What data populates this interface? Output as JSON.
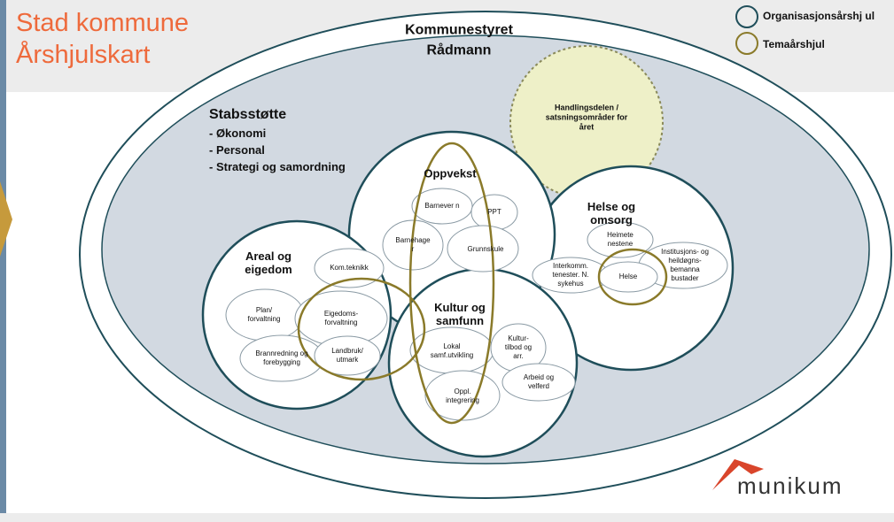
{
  "header": {
    "title_line1": "Stad kommune",
    "title_line2": "Årshjulskart"
  },
  "legend": {
    "organisation_label": "Organisasjonsårshj ul",
    "theme_label": "Temaårshjul"
  },
  "diagram": {
    "outer_title_line1": "Kommunestyret",
    "outer_title_line2": "Rådmann",
    "stab": {
      "heading": "Stabsstøtte",
      "items": [
        "- Økonomi",
        "- Personal",
        "- Strategi og samordning"
      ]
    },
    "handlingsdelen": "Handlingsdelen / satsningsområder for året",
    "oppvekst": {
      "title": "Oppvekst",
      "items": [
        "Barnever n",
        "PPT",
        "Barnehage r",
        "Grunnskule"
      ]
    },
    "helse": {
      "title": "Helse og omsorg",
      "items": [
        "Heimete nestene",
        "Institusjons- og heildøgns- bemanna bustader",
        "Interkomm. tenester. N. sykehus",
        "Helse"
      ]
    },
    "areal": {
      "title": "Areal og eigedom",
      "items": [
        "Kom.teknikk",
        "Plan/ forvaltning",
        "Eigedoms- forvaltning",
        "Brannredning og forebygging",
        "Landbruk/ utmark"
      ]
    },
    "kultur": {
      "title": "Kultur og samfunn",
      "items": [
        "Lokal samf.utvikling",
        "Kultur- tilbod og arr.",
        "Arbeid og velferd",
        "Oppl. integrering"
      ]
    }
  },
  "brand": {
    "logo_text": "munikum"
  },
  "colors": {
    "title_orange": "#ee6a3c",
    "teal_stroke": "#1f4e5a",
    "olive_stroke": "#8a7a2a",
    "outer_fill": "#d2d9e1",
    "highlight_fill": "#eef0c8",
    "logo_red": "#d9452b"
  }
}
